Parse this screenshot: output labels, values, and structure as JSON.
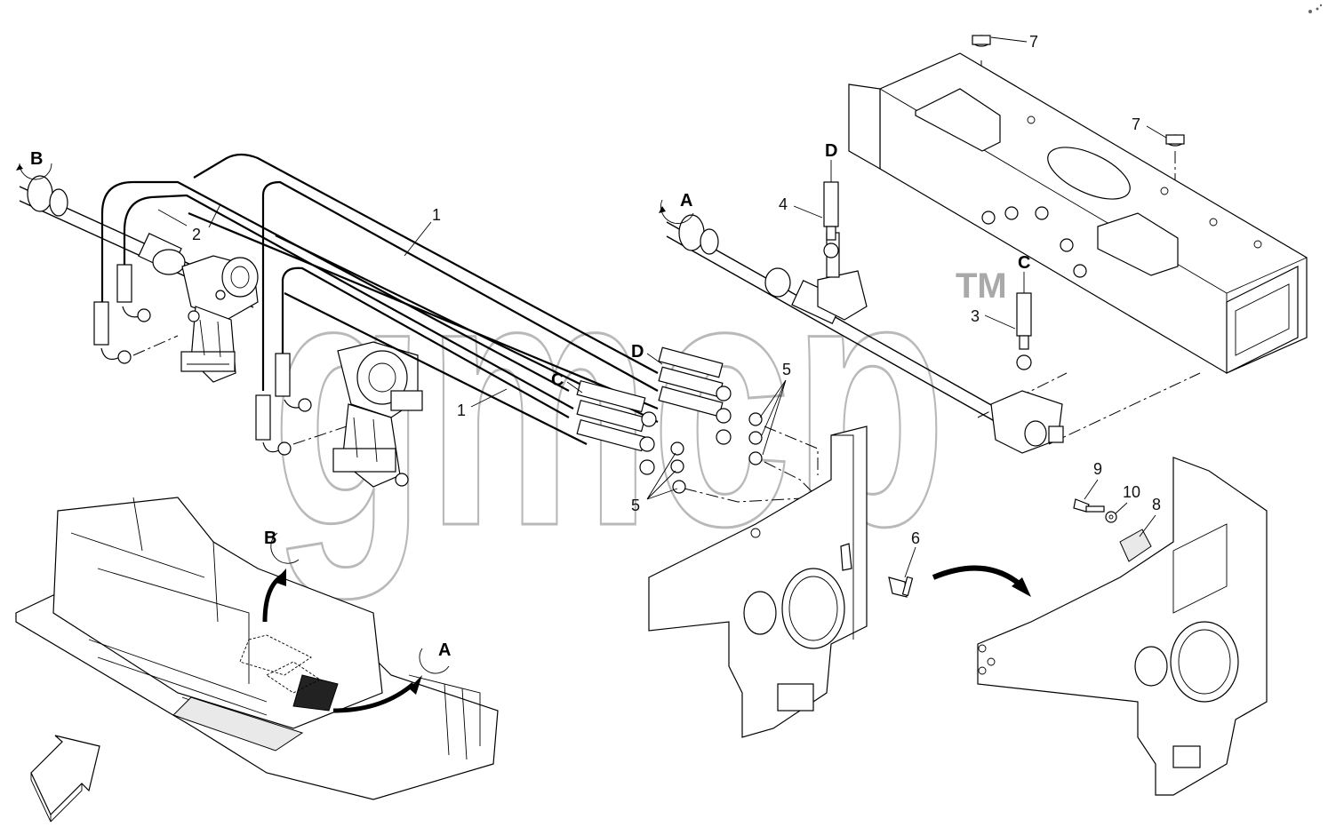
{
  "watermark": {
    "text": "gmcp",
    "mark": "TM"
  },
  "view_letters": {
    "a_top": "A",
    "a_small": "A",
    "b_top": "B",
    "b_small": "B",
    "c_hoses": "C",
    "c_right": "C",
    "d_hoses": "D",
    "d_top": "D"
  },
  "callouts": {
    "n1_upper": "1",
    "n1_lower": "1",
    "n2": "2",
    "n3": "3",
    "n4": "4",
    "n5_upper": "5",
    "n5_lower": "5",
    "n6": "6",
    "n7_top": "7",
    "n7_right": "7",
    "n8": "8",
    "n9": "9",
    "n10": "10"
  },
  "icons": {
    "orientation": "orientation-arrow-icon",
    "rotate": "rotate-view-icon",
    "corner": "settings-corner-icon"
  }
}
